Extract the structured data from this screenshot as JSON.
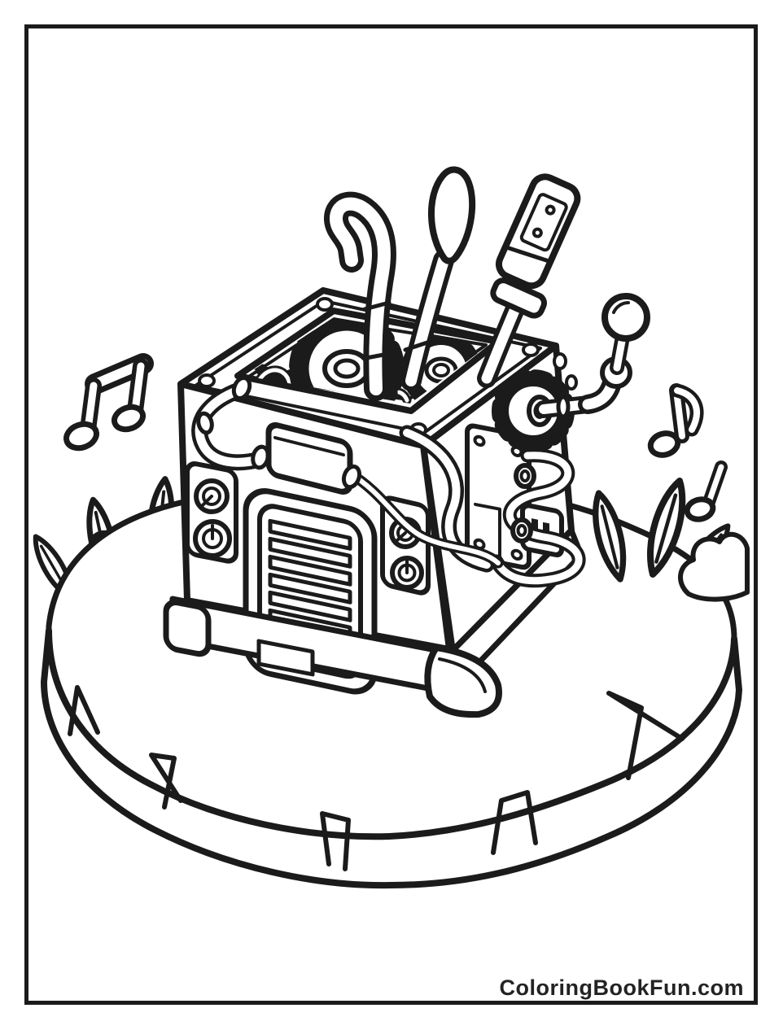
{
  "page": {
    "background_color": "#ffffff",
    "line_color": "#1b1b1b",
    "frame_color": "#1b1b1b"
  },
  "footer": {
    "site_label": "ColoringBookFun.com"
  },
  "illustration": {
    "type": "coloring-book-line-art",
    "subject": "Mechanical music box machine with exposed gears, levers and knobs standing on a tree stump platform",
    "elements": [
      "music-box-machine",
      "top-gears",
      "hook-lever",
      "teardrop-lever",
      "cylinder-lever",
      "ball-lever",
      "side-gear",
      "control-knobs",
      "vent-grille",
      "hoses-and-cables",
      "tree-stump-platform",
      "music-notes",
      "leaves"
    ]
  }
}
